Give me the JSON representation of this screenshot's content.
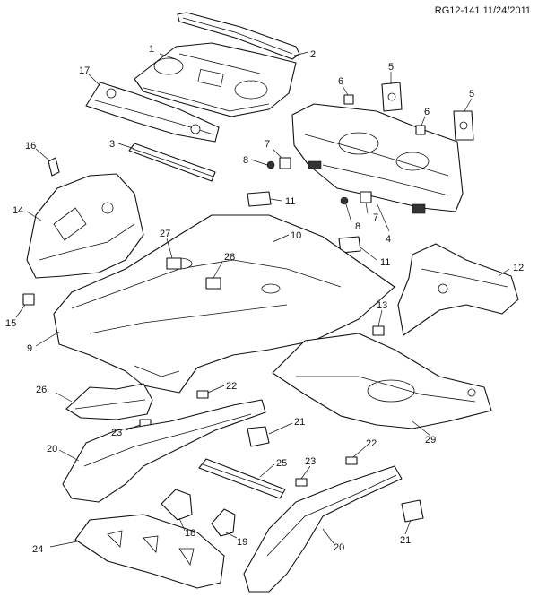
{
  "reference": "RG12-141 11/24/2011",
  "callouts": [
    {
      "id": "c1",
      "label": "1"
    },
    {
      "id": "c2",
      "label": "2"
    },
    {
      "id": "c3",
      "label": "3"
    },
    {
      "id": "c4",
      "label": "4"
    },
    {
      "id": "c5a",
      "label": "5"
    },
    {
      "id": "c5b",
      "label": "5"
    },
    {
      "id": "c6a",
      "label": "6"
    },
    {
      "id": "c6b",
      "label": "6"
    },
    {
      "id": "c7a",
      "label": "7"
    },
    {
      "id": "c7b",
      "label": "7"
    },
    {
      "id": "c8a",
      "label": "8"
    },
    {
      "id": "c8b",
      "label": "8"
    },
    {
      "id": "c9",
      "label": "9"
    },
    {
      "id": "c10",
      "label": "10"
    },
    {
      "id": "c11a",
      "label": "11"
    },
    {
      "id": "c11b",
      "label": "11"
    },
    {
      "id": "c12",
      "label": "12"
    },
    {
      "id": "c13",
      "label": "13"
    },
    {
      "id": "c14",
      "label": "14"
    },
    {
      "id": "c15",
      "label": "15"
    },
    {
      "id": "c16",
      "label": "16"
    },
    {
      "id": "c17",
      "label": "17"
    },
    {
      "id": "c18",
      "label": "18"
    },
    {
      "id": "c19",
      "label": "19"
    },
    {
      "id": "c20a",
      "label": "20"
    },
    {
      "id": "c20b",
      "label": "20"
    },
    {
      "id": "c21a",
      "label": "21"
    },
    {
      "id": "c21b",
      "label": "21"
    },
    {
      "id": "c22a",
      "label": "22"
    },
    {
      "id": "c22b",
      "label": "22"
    },
    {
      "id": "c23a",
      "label": "23"
    },
    {
      "id": "c23b",
      "label": "23"
    },
    {
      "id": "c24",
      "label": "24"
    },
    {
      "id": "c25",
      "label": "25"
    },
    {
      "id": "c26",
      "label": "26"
    },
    {
      "id": "c27",
      "label": "27"
    },
    {
      "id": "c28",
      "label": "28"
    },
    {
      "id": "c29",
      "label": "29"
    }
  ]
}
